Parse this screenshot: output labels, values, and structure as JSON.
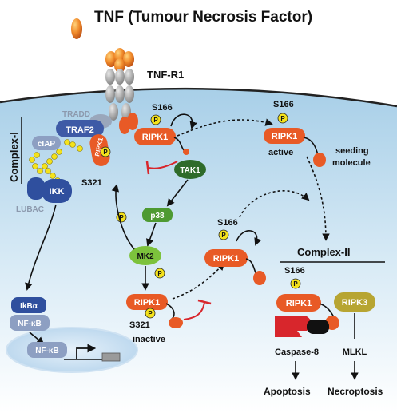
{
  "title": "TNF (Tumour Necrosis Factor)",
  "receptor": "TNF-R1",
  "complex1": {
    "label": "Complex-I",
    "tradd": "TRADD",
    "traf2": "TRAF2",
    "ciap": "cIAP",
    "ikk": "IKK",
    "lubac": "LUBAC"
  },
  "proteins": {
    "ripk1": "RIPK1",
    "tak1": "TAK1",
    "p38": "p38",
    "mk2": "MK2",
    "ripk3": "RIPK3",
    "caspase8": "Caspase-8",
    "mlkl": "MLKL",
    "ikba": "IkBα",
    "nfkb": "NF-κB"
  },
  "sites": {
    "s166": "S166",
    "s321": "S321",
    "p": "P"
  },
  "states": {
    "active": "active",
    "inactive": "inactive",
    "seeding": [
      "seeding",
      "molecule"
    ]
  },
  "complex2": {
    "label": "Complex-II"
  },
  "outcomes": {
    "apoptosis": "Apoptosis",
    "necroptosis": "Necroptosis"
  },
  "colors": {
    "cell_top": "#a8cfe8",
    "cell_bottom": "#ffffff",
    "ripk1_orange": "#e85a26",
    "tak1_green": "#2e6b2a",
    "p38_green": "#4e9a32",
    "mk2_green": "#7cc23c",
    "phospho_yellow": "#f4e21b",
    "traf2_blue": "#3e5aa6",
    "ikk_blue": "#2f4f9e",
    "ripk3_olive": "#b7a532",
    "inhibit_red": "#d8262c"
  }
}
